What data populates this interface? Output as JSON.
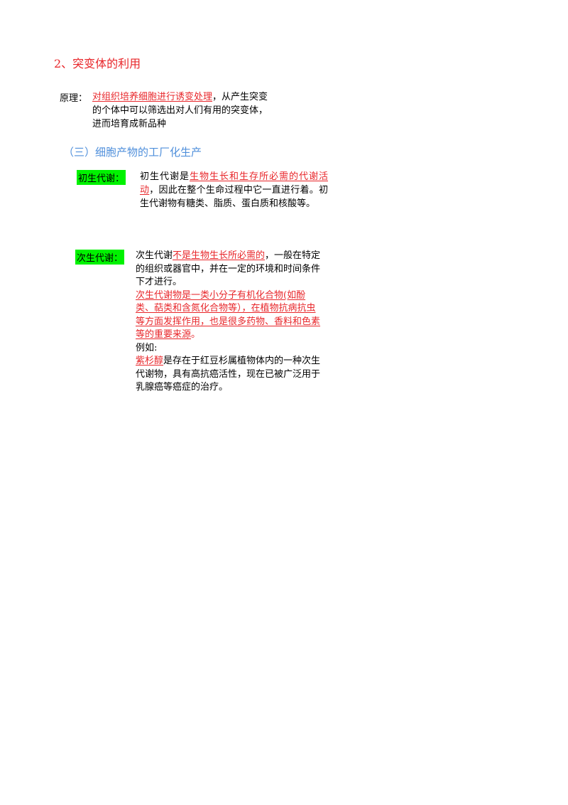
{
  "heading": "2、突变体的利用",
  "principle": {
    "label": "原理：",
    "highlight": "对组织培养细胞进行诱变处理",
    "rest": "，从产生突变的个体中可以筛选出对人们有用的突变体，进而培育成新品种"
  },
  "section_title": "（三）细胞产物的工厂化生产",
  "primary": {
    "label": "初生代谢：",
    "lead": "初生代谢是",
    "highlight": "生物生长和生存所必需的代谢活动",
    "rest": "，因此在整个生命过程中它一直进行着。初生代谢物有糖类、脂质、蛋白质和核酸等。"
  },
  "secondary": {
    "label": "次生代谢：",
    "lead": "次生代谢",
    "highlight": "不是生物生长所必需的",
    "rest": "，一般在特定的组织或器官中，并在一定的环境和时间条件下才进行。",
    "products_highlight": "次生代谢物是一类小分子有机化合物(如酚类、萜类和含氮化合物等），在植物抗病抗虫等方面发挥作用，也是很多药物、香料和色素等的重要来源",
    "products_end": "。",
    "example_label": "例如:",
    "example_highlight": "紫杉醇",
    "example_rest": "是存在于红豆杉属植物体内的一种次生代谢物，具有高抗癌活性，现在已被广泛用于乳腺癌等癌症的治疗。"
  },
  "colors": {
    "red": "#e8262a",
    "blue": "#4f8fdb",
    "label_highlight": "#00f200"
  }
}
